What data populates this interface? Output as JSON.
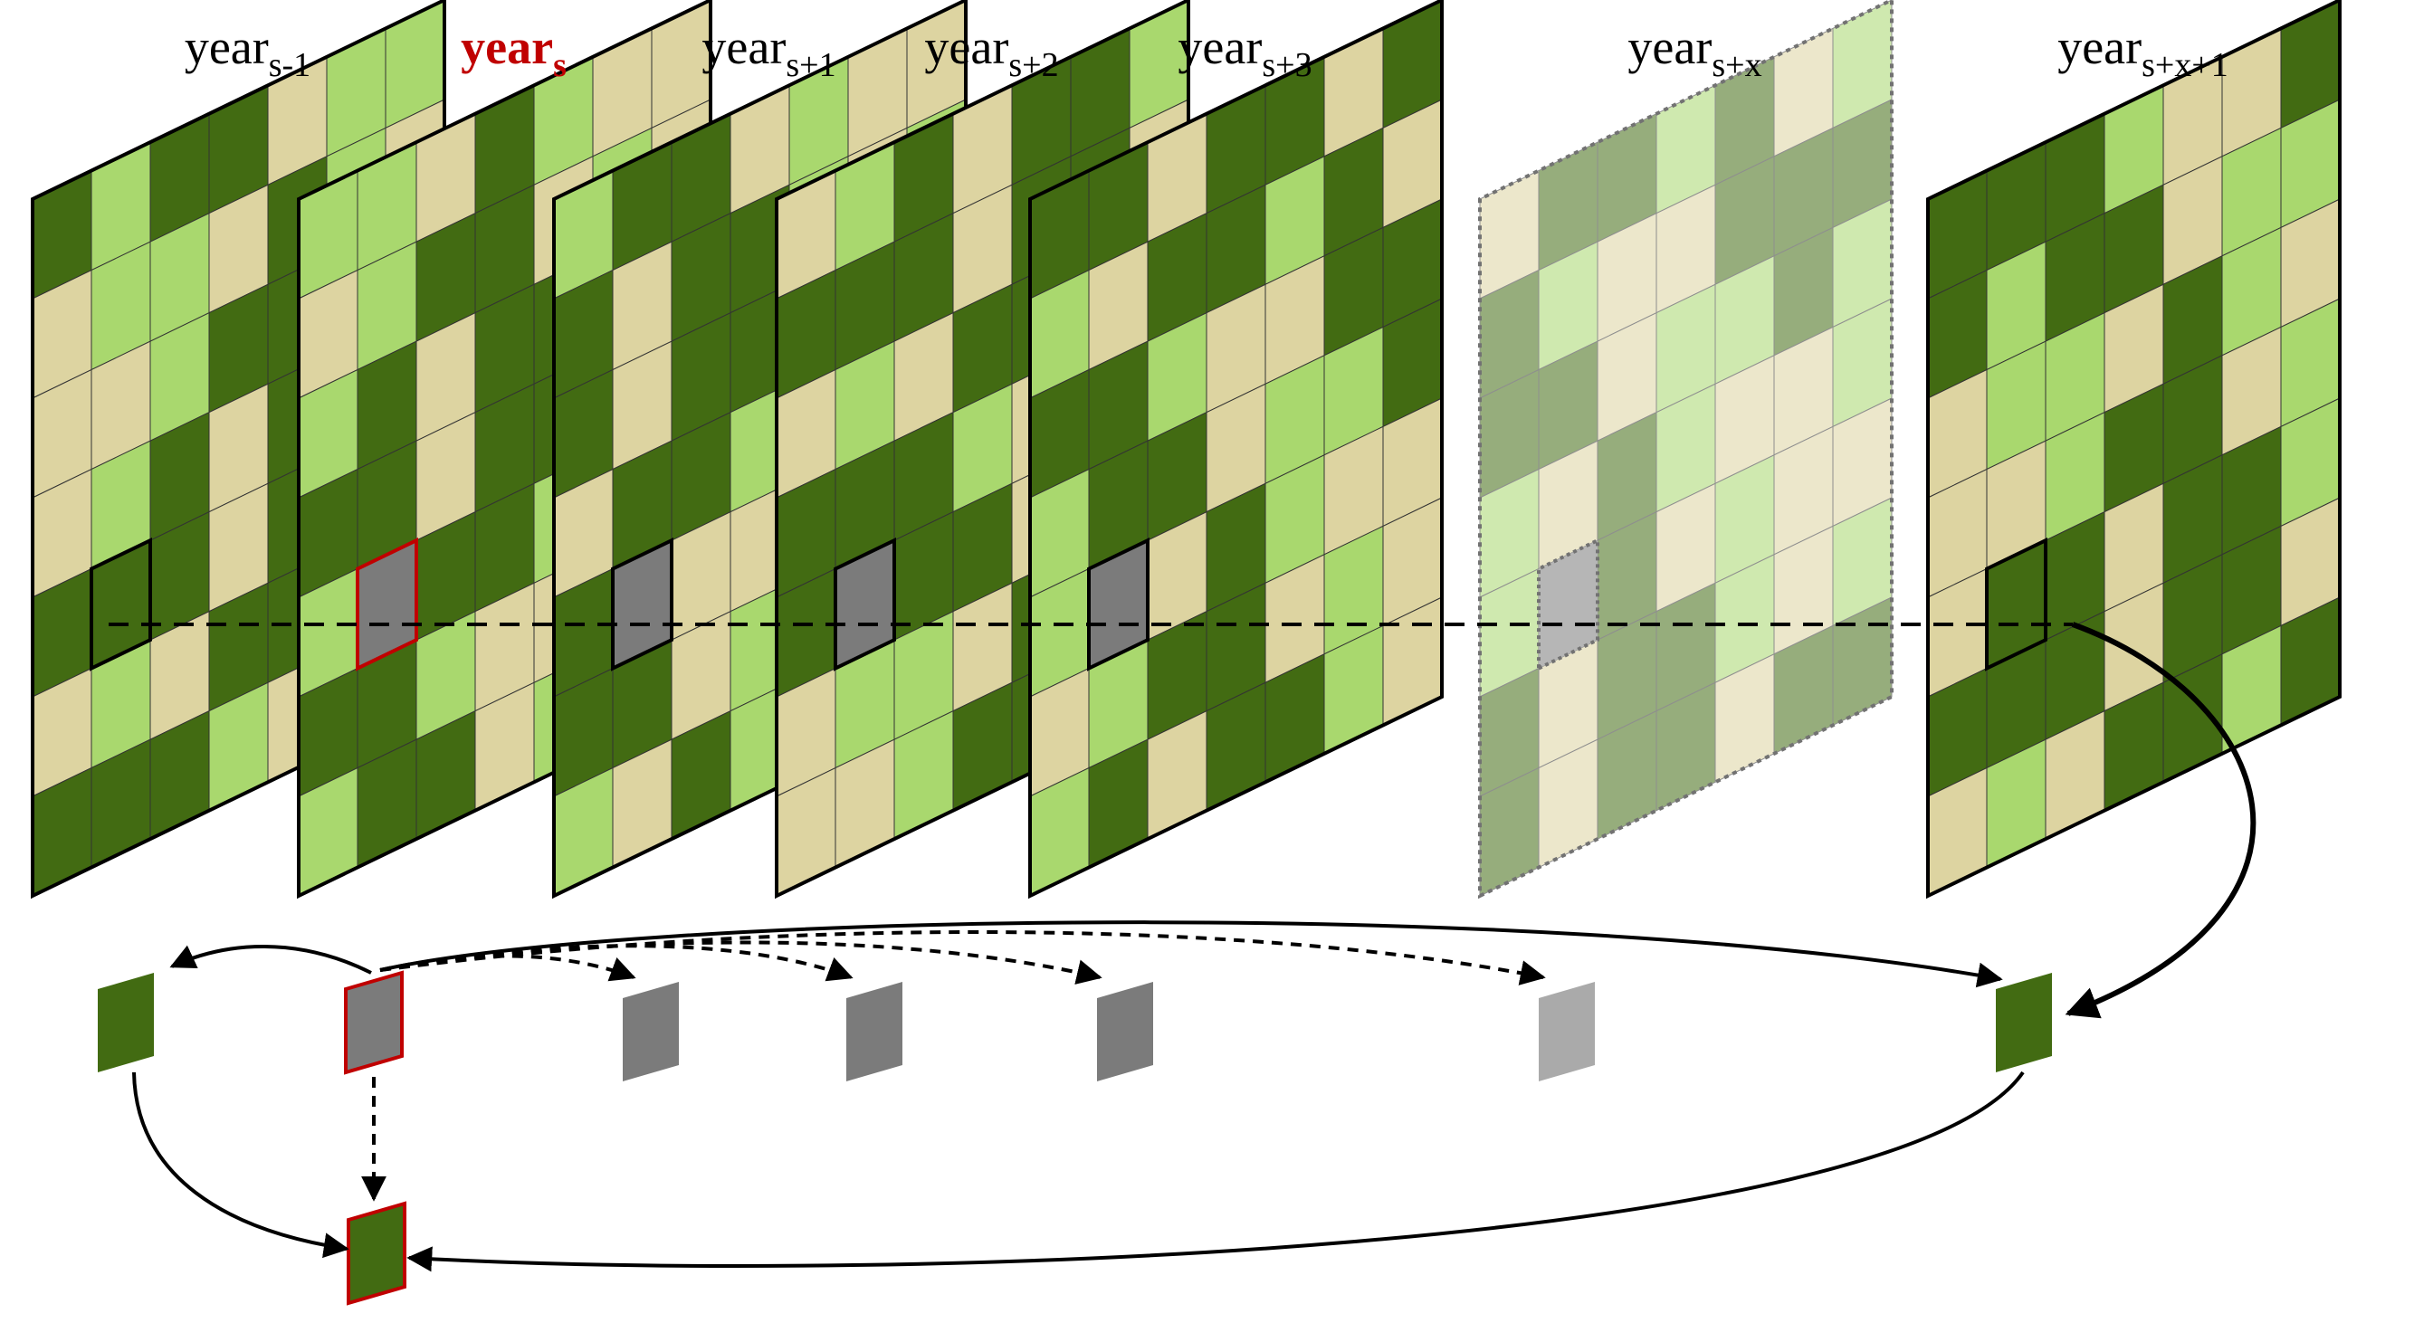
{
  "colors": {
    "dark": "#426b12",
    "light": "#a9d86e",
    "tan": "#ddd4a1",
    "gap": "#7b7b7b",
    "gap_faded": "#aaaaaa",
    "highlight": "#c00000",
    "line": "#000000"
  },
  "grid": {
    "pattern": [
      "DLDDTLL",
      "TLLTDLT",
      "TTLDDTL",
      "TLDTDDL",
      "DXDTDDT",
      "TLTDDLD",
      "DDDLTTD"
    ],
    "mask_row": 4,
    "mask_col": 1
  },
  "frames": [
    {
      "label_base": "year",
      "label_sub": "s-1",
      "highlight": false,
      "faded": false,
      "cell": "dark",
      "cell_outline": "black"
    },
    {
      "label_base": "year",
      "label_sub": "s",
      "highlight": true,
      "faded": false,
      "cell": "gap",
      "cell_outline": "red"
    },
    {
      "label_base": "year",
      "label_sub": "s+1",
      "highlight": false,
      "faded": false,
      "cell": "gap",
      "cell_outline": "black"
    },
    {
      "label_base": "year",
      "label_sub": "s+2",
      "highlight": false,
      "faded": false,
      "cell": "gap",
      "cell_outline": "black"
    },
    {
      "label_base": "year",
      "label_sub": "s+3",
      "highlight": false,
      "faded": false,
      "cell": "gap",
      "cell_outline": "black"
    },
    {
      "label_base": "year",
      "label_sub": "s+x",
      "highlight": false,
      "faded": true,
      "cell": "gap",
      "cell_outline": "dotted"
    },
    {
      "label_base": "year",
      "label_sub": "s+x+1",
      "highlight": false,
      "faded": false,
      "cell": "dark",
      "cell_outline": "black"
    }
  ],
  "pixels": [
    {
      "id": "pixel-prev",
      "fill": "dark",
      "outline": "none"
    },
    {
      "id": "pixel-target",
      "fill": "gap",
      "outline": "red"
    },
    {
      "id": "pixel-s1",
      "fill": "gap",
      "outline": "none"
    },
    {
      "id": "pixel-s2",
      "fill": "gap",
      "outline": "none"
    },
    {
      "id": "pixel-s3",
      "fill": "gap",
      "outline": "none"
    },
    {
      "id": "pixel-sx",
      "fill": "gap_faded",
      "outline": "none"
    },
    {
      "id": "pixel-next",
      "fill": "dark",
      "outline": "none"
    },
    {
      "id": "pixel-result",
      "fill": "dark",
      "outline": "red"
    }
  ]
}
